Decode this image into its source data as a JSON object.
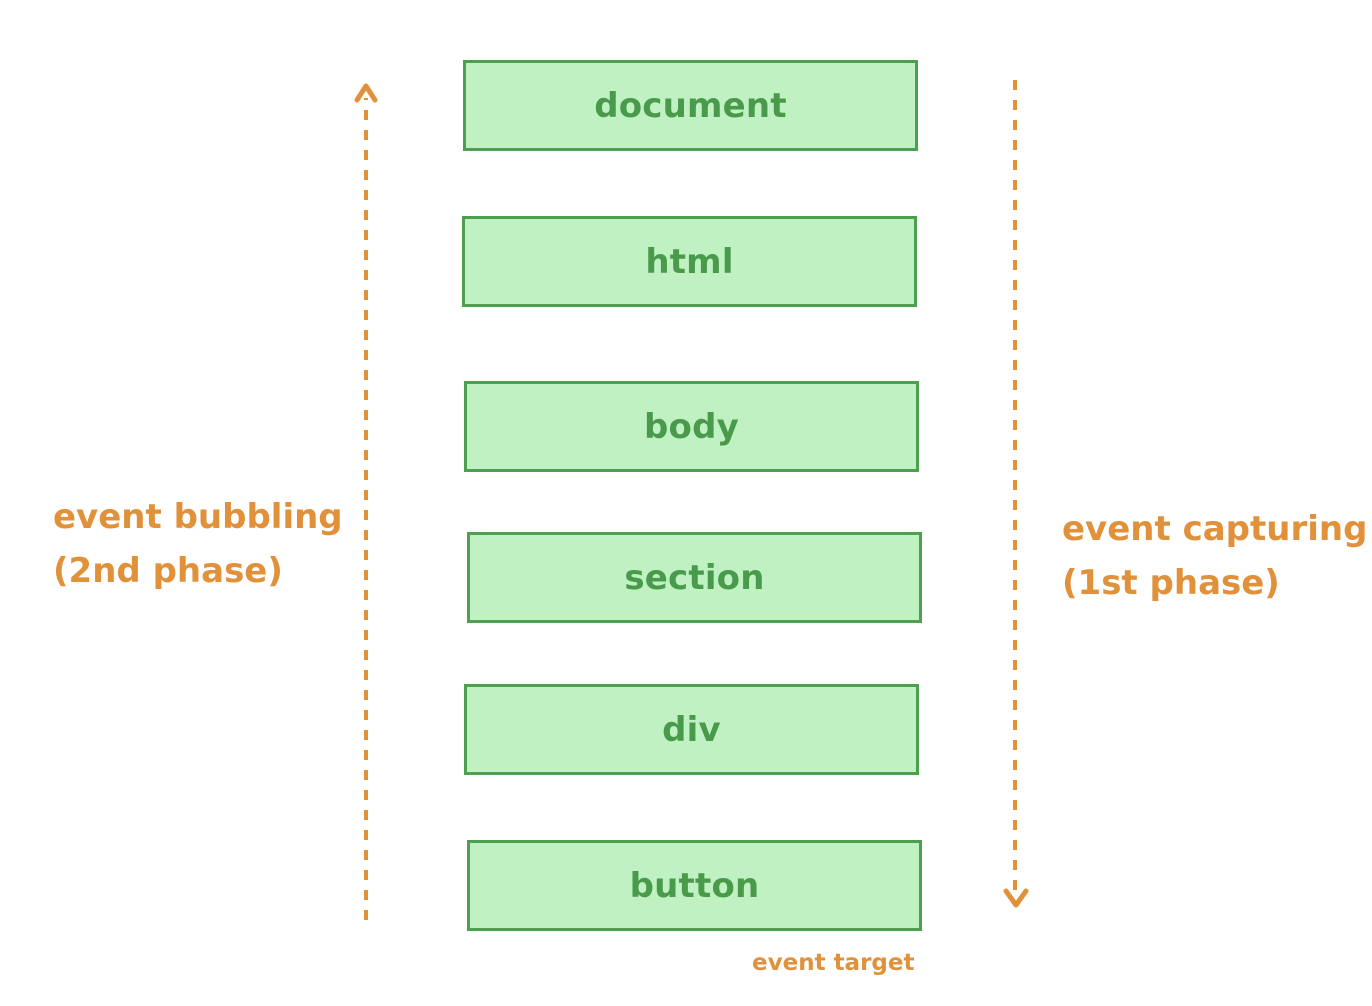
{
  "nodes": [
    {
      "label": "document"
    },
    {
      "label": "html"
    },
    {
      "label": "body"
    },
    {
      "label": "section"
    },
    {
      "label": "div"
    },
    {
      "label": "button"
    }
  ],
  "bubbling": {
    "line1": "event bubbling",
    "line2": "(2nd phase)",
    "direction": "up"
  },
  "capturing": {
    "line1": "event capturing",
    "line2": "(1st phase)",
    "direction": "down"
  },
  "target_label": "event target",
  "colors": {
    "node_fill": "#c0f1c3",
    "node_border": "#4ea050",
    "node_text": "#4a9a4b",
    "accent": "#e0913a"
  }
}
